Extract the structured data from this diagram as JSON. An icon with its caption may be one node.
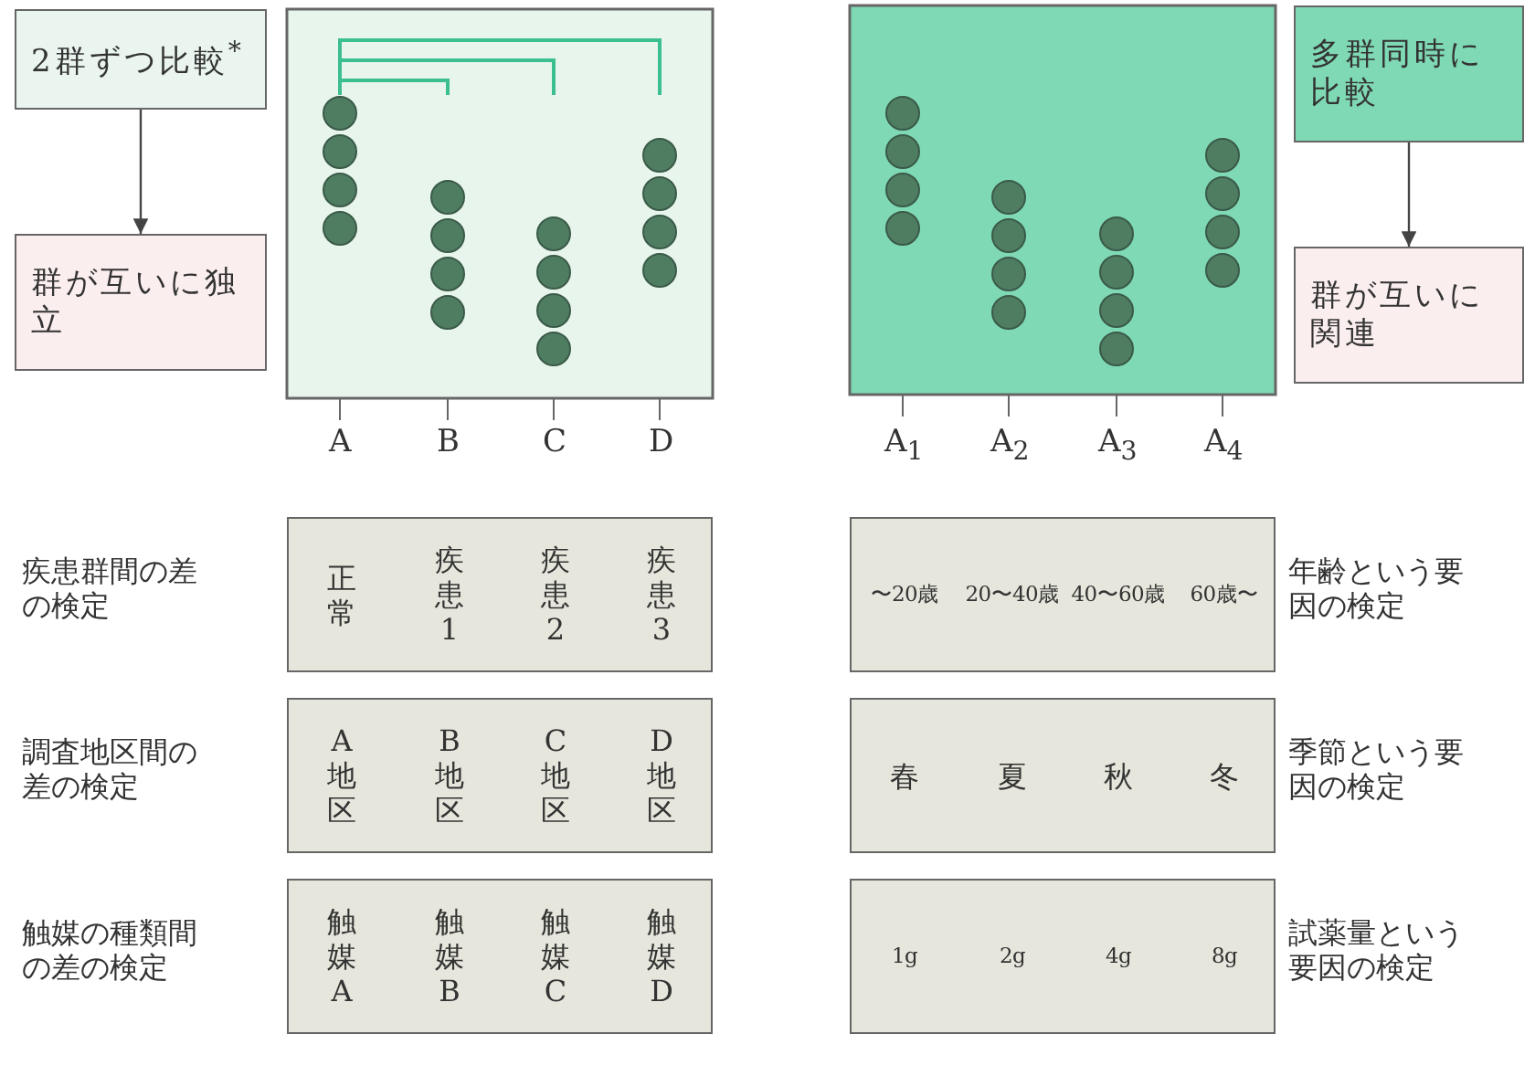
{
  "diagram": {
    "nodes": [
      {
        "text": [
          "2群ずつ比較$^{*}$"
        ]
      },
      {
        "text": [
          "群が互いに独立"
        ]
      },
      {
        "text": [
          "多群同時に比較"
        ]
      },
      {
        "text": [
          "群が互いに関連"
        ]
      },
      {
        "text": [
          "正常",
          "疾患1",
          "疾患2",
          "疾患3"
        ]
      },
      {
        "text": [
          "〜20歳",
          "20〜40歳",
          "40〜60歳",
          "60歳〜"
        ]
      },
      {
        "text": [
          "A地区",
          "B地区",
          "C地区",
          "D地区"
        ]
      },
      {
        "text": [
          "春",
          "夏",
          "秋",
          "冬"
        ]
      },
      {
        "text": [
          "触媒A",
          "触媒B",
          "触媒C",
          "触媒D"
        ]
      },
      {
        "text": [
          "1g",
          "2g",
          "4g",
          "8g"
        ]
      }
    ],
    "edges": [
      {
        "from": 0,
        "to": 1,
        "arrow": "to"
      },
      {
        "from": 2,
        "to": 3,
        "arrow": "to"
      }
    ],
    "labels": [
      "A",
      "B",
      "C",
      "D",
      "A$_{1}$",
      "A$_{2}$",
      "A$_{3}$",
      "A$_{4}$",
      "疾患群間の差の検定",
      "年齢という要因の検定",
      "調査地区間の差の検定",
      "季節という要因の検定",
      "触媒の種類間の差の検定",
      "試薬量という要因の検定"
    ]
  }
}
